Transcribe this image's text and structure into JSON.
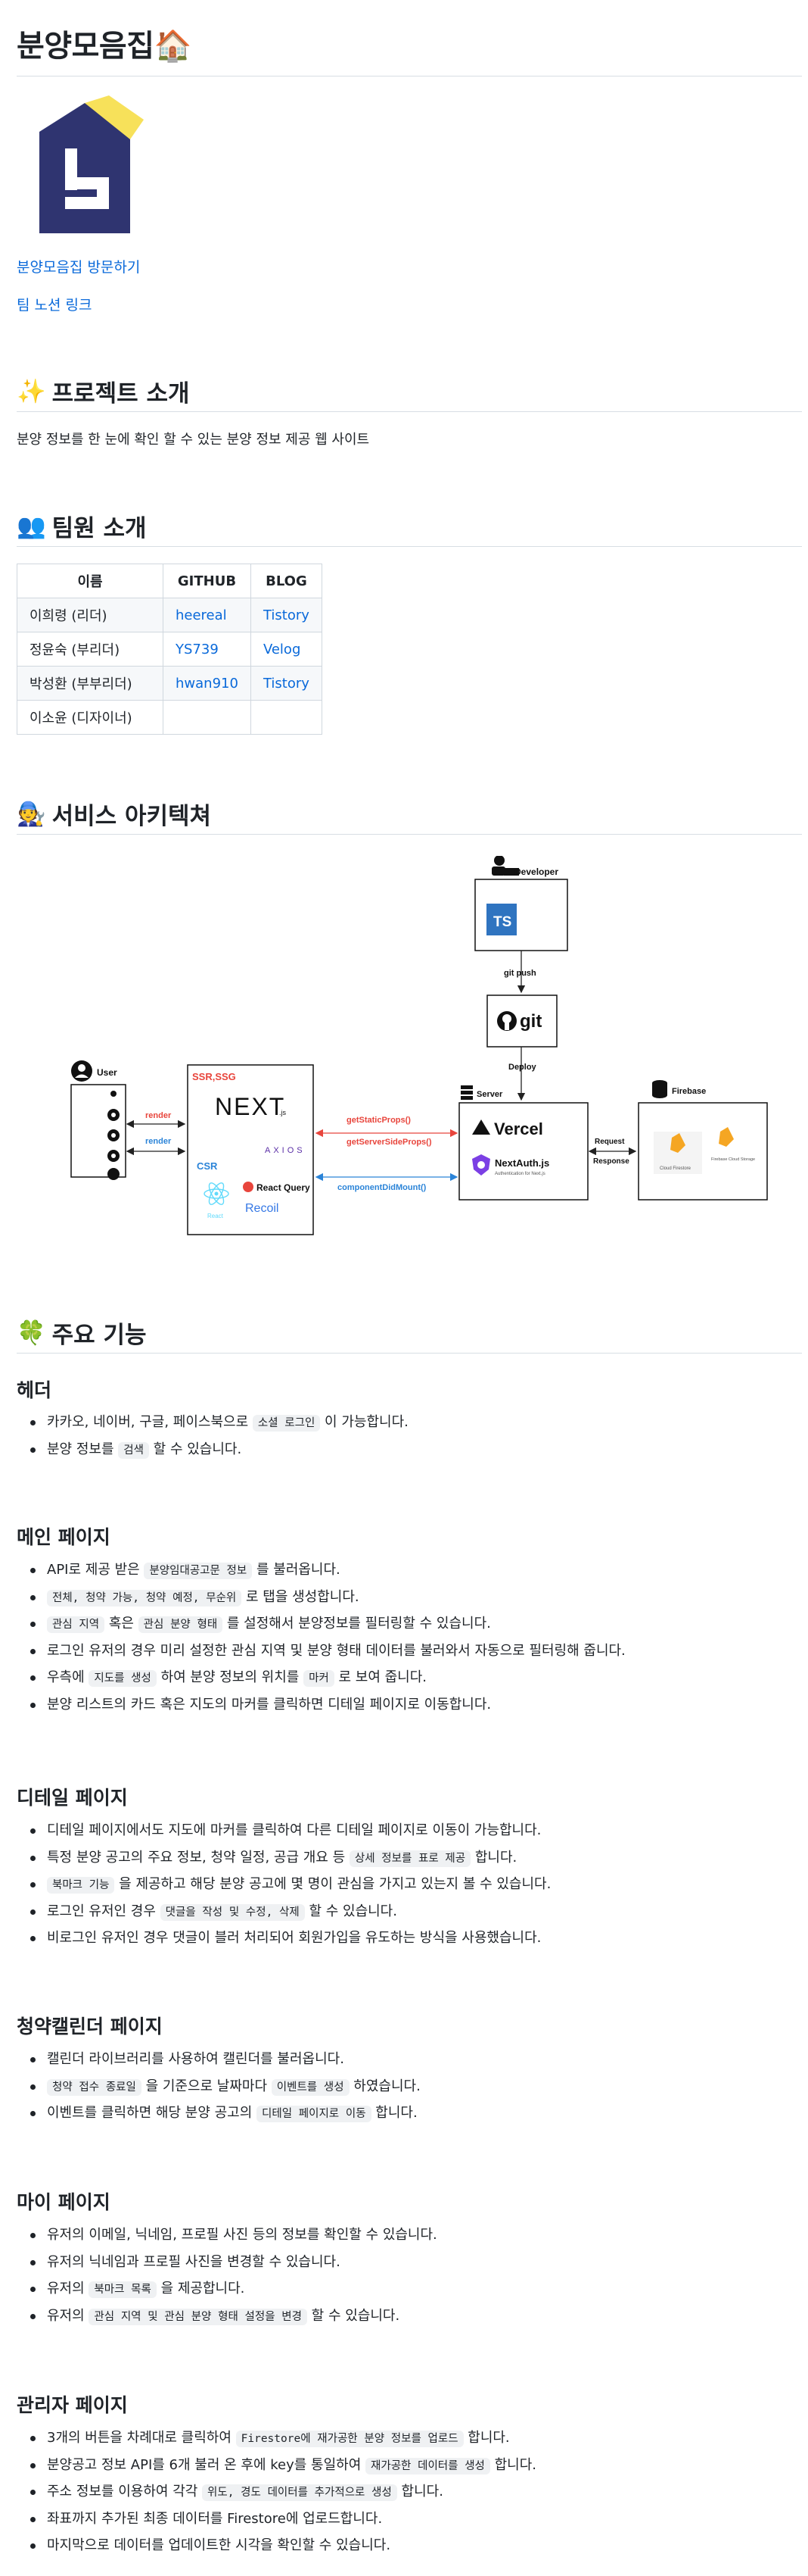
{
  "title": "분양모음집",
  "title_emoji": "🏠",
  "links": {
    "visit": "분양모음집 방문하기",
    "notion": "팀 노션 링크"
  },
  "intro": {
    "heading": "프로젝트 소개",
    "emoji": "✨",
    "text": "분양 정보를 한 눈에 확인 할 수 있는 분양 정보 제공 웹 사이트"
  },
  "team": {
    "heading": "팀원 소개",
    "emoji": "👥",
    "columns": [
      "이름",
      "GITHUB",
      "BLOG"
    ],
    "rows": [
      {
        "name": "이희령 (리더)",
        "github": "heereal",
        "blog": "Tistory"
      },
      {
        "name": "정윤숙 (부리더)",
        "github": "YS739",
        "blog": "Velog"
      },
      {
        "name": "박성환 (부부리더)",
        "github": "hwan910",
        "blog": "Tistory"
      },
      {
        "name": "이소윤 (디자이너)",
        "github": "",
        "blog": ""
      }
    ]
  },
  "architecture": {
    "heading": "서비스 아키텍쳐",
    "emoji": "🧑‍🔧",
    "developer": "Developer",
    "ts": "TS",
    "git_push": "git push",
    "git": "git",
    "deploy": "Deploy",
    "user": "User",
    "render1": "render",
    "render2": "render",
    "ssr": "SSR,SSG",
    "next": "NEXT",
    "next_sub": ".js",
    "axios": "AXIOS",
    "csr": "CSR",
    "react_query": "React Query",
    "react": "React",
    "recoil": "Recoil",
    "get_static": "getStaticProps()",
    "get_ssp": "getServerSideProps()",
    "cdm": "componentDidMount()",
    "server": "Server",
    "vercel": "Vercel",
    "nextauth": "NextAuth.js",
    "nextauth_sub": "Authentication for Next.js",
    "request": "Request",
    "response": "Response",
    "firebase": "Firebase",
    "cloud_firestore": "Cloud Firestore",
    "storage": "Firebase Cloud Storage"
  },
  "features": {
    "heading": "주요 기능",
    "emoji": "🍀",
    "header": {
      "title": "헤더",
      "items": [
        [
          {
            "t": "카카오, 네이버, 구글, 페이스북으로 "
          },
          {
            "c": "소셜 로그인"
          },
          {
            "t": " 이 가능합니다."
          }
        ],
        [
          {
            "t": "분양 정보를 "
          },
          {
            "c": "검색"
          },
          {
            "t": " 할 수 있습니다."
          }
        ]
      ]
    },
    "main": {
      "title": "메인 페이지",
      "items": [
        [
          {
            "t": "API로 제공 받은 "
          },
          {
            "c": "분양임대공고문 정보"
          },
          {
            "t": " 를 불러옵니다."
          }
        ],
        [
          {
            "c": "전체, 청약 가능, 청약 예정, 무순위"
          },
          {
            "t": " 로 탭을 생성합니다."
          }
        ],
        [
          {
            "c": "관심 지역"
          },
          {
            "t": " 혹은 "
          },
          {
            "c": "관심 분양 형태"
          },
          {
            "t": " 를 설정해서 분양정보를 필터링할 수 있습니다."
          }
        ],
        [
          {
            "t": "로그인 유저의 경우 미리 설정한 관심 지역 및 분양 형태 데이터를 불러와서 자동으로 필터링해 줍니다."
          }
        ],
        [
          {
            "t": "우측에 "
          },
          {
            "c": "지도를 생성"
          },
          {
            "t": " 하여 분양 정보의 위치를 "
          },
          {
            "c": "마커"
          },
          {
            "t": " 로 보여 줍니다."
          }
        ],
        [
          {
            "t": "분양 리스트의 카드 혹은 지도의 마커를 클릭하면 디테일 페이지로 이동합니다."
          }
        ]
      ]
    },
    "detail": {
      "title": "디테일 페이지",
      "items": [
        [
          {
            "t": "디테일 페이지에서도 지도에 마커를 클릭하여 다른 디테일 페이지로 이동이 가능합니다."
          }
        ],
        [
          {
            "t": "특정 분양 공고의 주요 정보, 청약 일정, 공급 개요 등 "
          },
          {
            "c": "상세 정보를 표로 제공"
          },
          {
            "t": " 합니다."
          }
        ],
        [
          {
            "c": "북마크 기능"
          },
          {
            "t": " 을 제공하고 해당 분양 공고에 몇 명이 관심을 가지고 있는지 볼 수 있습니다."
          }
        ],
        [
          {
            "t": "로그인 유저인 경우 "
          },
          {
            "c": "댓글을 작성 및 수정, 삭제"
          },
          {
            "t": " 할 수 있습니다."
          }
        ],
        [
          {
            "t": "비로그인 유저인 경우 댓글이 블러 처리되어 회원가입을 유도하는 방식을 사용했습니다."
          }
        ]
      ]
    },
    "calendar": {
      "title": "청약캘린더 페이지",
      "items": [
        [
          {
            "t": "캘린더 라이브러리를 사용하여 캘린더를 불러옵니다."
          }
        ],
        [
          {
            "c": "청약 접수 종료일"
          },
          {
            "t": " 을 기준으로 날짜마다 "
          },
          {
            "c": "이벤트를 생성"
          },
          {
            "t": " 하였습니다."
          }
        ],
        [
          {
            "t": "이벤트를 클릭하면 해당 분양 공고의 "
          },
          {
            "c": "디테일 페이지로 이동"
          },
          {
            "t": " 합니다."
          }
        ]
      ]
    },
    "mypage": {
      "title": "마이 페이지",
      "items": [
        [
          {
            "t": "유저의 이메일, 닉네임, 프로필 사진 등의 정보를 확인할 수 있습니다."
          }
        ],
        [
          {
            "t": "유저의 닉네임과 프로필 사진을 변경할 수 있습니다."
          }
        ],
        [
          {
            "t": "유저의 "
          },
          {
            "c": "북마크 목록"
          },
          {
            "t": " 을 제공합니다."
          }
        ],
        [
          {
            "t": "유저의 "
          },
          {
            "c": "관심 지역 및 관심 분양 형태 설정을 변경"
          },
          {
            "t": " 할 수 있습니다."
          }
        ]
      ]
    },
    "admin": {
      "title": "관리자 페이지",
      "items": [
        [
          {
            "t": "3개의 버튼을 차례대로 클릭하여 "
          },
          {
            "c": "Firestore에 재가공한 분양 정보를 업로드"
          },
          {
            "t": " 합니다."
          }
        ],
        [
          {
            "t": "분양공고 정보 API를 6개 불러 온 후에 key를 통일하여 "
          },
          {
            "c": "재가공한 데이터를 생성"
          },
          {
            "t": " 합니다."
          }
        ],
        [
          {
            "t": "주소 정보를 이용하여 각각 "
          },
          {
            "c": "위도, 경도 데이터를 추가적으로 생성"
          },
          {
            "t": " 합니다."
          }
        ],
        [
          {
            "t": "좌표까지 추가된 최종 데이터를 Firestore에 업로드합니다."
          }
        ],
        [
          {
            "t": "마지막으로 데이터를 업데이트한 시각을 확인할 수 있습니다."
          }
        ]
      ]
    }
  },
  "colors": {
    "link": "#0969da",
    "code_bg": "#eff1f3",
    "logo_navy": "#2f3470",
    "logo_yellow": "#f7e15a",
    "arrow_red": "#e8453c",
    "arrow_blue": "#2b84d8"
  }
}
